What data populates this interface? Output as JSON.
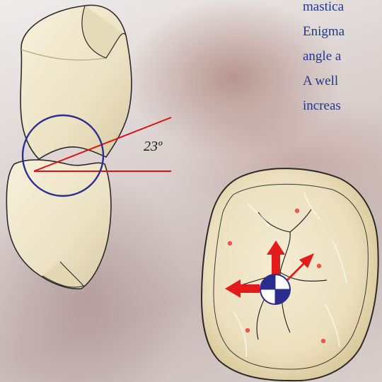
{
  "text_lines": [
    "mastica",
    "Enigma",
    "angle a",
    "A well",
    "increas"
  ],
  "angle_label": "23º",
  "colors": {
    "tooth_fill": "#efe6cc",
    "tooth_outline": "#2a2a2a",
    "red_lines": "#e01010",
    "circle": "#2b2f8f",
    "arrows": "#e31b1b",
    "dots": "#e8584a",
    "text": "#1e3a8a",
    "marker_blue": "#2a2d8c"
  },
  "icons": {
    "center_marker": "center-of-mass-icon",
    "arrows": "red-arrow-icon"
  }
}
